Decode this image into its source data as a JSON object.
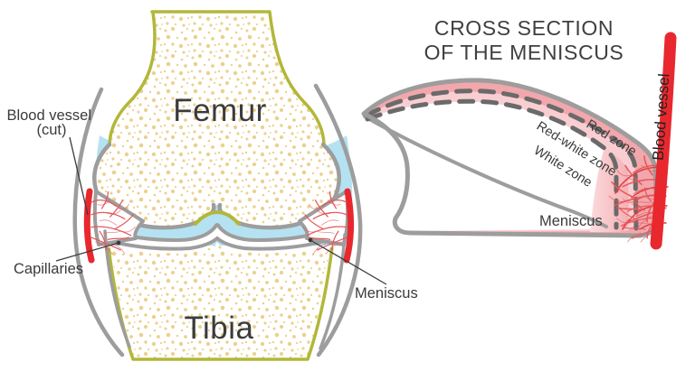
{
  "title": {
    "line1": "CROSS SECTION",
    "line2": "OF THE MENISCUS"
  },
  "left_diagram": {
    "labels": {
      "femur": "Femur",
      "tibia": "Tibia",
      "blood_vessel_line1": "Blood vessel",
      "blood_vessel_line2": "(cut)",
      "capillaries": "Capillaries",
      "meniscus": "Meniscus"
    }
  },
  "cross_section": {
    "labels": {
      "red_zone": "Red zone",
      "red_white_zone": "Red-white zone",
      "white_zone": "White zone",
      "meniscus": "Meniscus",
      "blood_vessel": "Blood vessel"
    }
  },
  "colors": {
    "background": "#ffffff",
    "bone_outline": "#b2b73a",
    "bone_dots": "#ecd18d",
    "structure_gray": "#9d9d9d",
    "dash_gray": "#6a6a6a",
    "cartilage_blue": "#b5e2f2",
    "vessel_red": "#e8282e",
    "capillary_red": "#e4595c",
    "capillary_main_red": "#e23a3e",
    "red_zone_pink": "#f2a7ac",
    "red_white_zone_pink": "#f9ced2",
    "cut_face_pink": "#f4b0b5",
    "cut_face_pink_light": "#fbdbdd",
    "text": "#3b3b3b"
  }
}
